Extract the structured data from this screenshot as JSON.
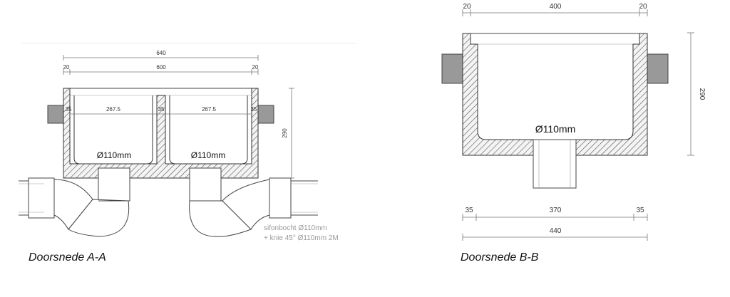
{
  "section_a": {
    "caption": "Doorsnede A-A",
    "dims": {
      "overall_width": "640",
      "inner_width": "600",
      "wall_left": "20",
      "wall_right": "20",
      "side_left": "35",
      "compartment_left": "267.5",
      "middle": "35",
      "compartment_right": "267.5",
      "side_right": "35",
      "height": "290"
    },
    "pipe_left": "Ø110mm",
    "pipe_right": "Ø110mm",
    "note_line1": "sifonbocht Ø110mm",
    "note_line2": "+ knie 45° Ø110mm 2M"
  },
  "section_b": {
    "caption": "Doorsnede B-B",
    "dims": {
      "top_left": "20",
      "top_inner": "400",
      "top_right": "20",
      "height": "290",
      "bottom_left": "35",
      "bottom_inner": "370",
      "bottom_right": "35",
      "overall": "440"
    },
    "pipe": "Ø110mm"
  },
  "colors": {
    "hatch": "#555555",
    "pipe_side": "#999999",
    "line": "#333333"
  }
}
